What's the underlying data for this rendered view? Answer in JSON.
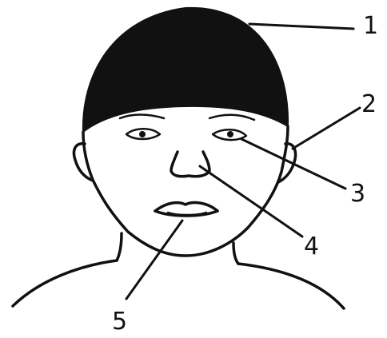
{
  "diagram": {
    "colors": {
      "ink": "#111111",
      "background": "#ffffff"
    },
    "callouts": [
      {
        "id": "hair",
        "label": "1"
      },
      {
        "id": "ear",
        "label": "2"
      },
      {
        "id": "eye",
        "label": "3"
      },
      {
        "id": "nose",
        "label": "4"
      },
      {
        "id": "mouth",
        "label": "5"
      }
    ]
  }
}
